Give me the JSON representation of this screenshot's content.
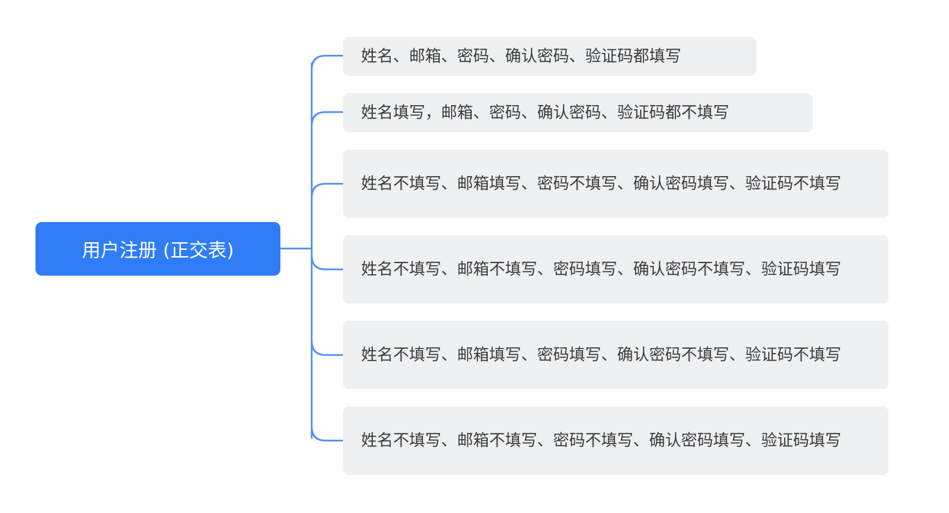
{
  "root": {
    "label": "用户注册 (正交表)"
  },
  "children": [
    {
      "label": "姓名、邮箱、密码、确认密码、验证码都填写"
    },
    {
      "label": "姓名填写，邮箱、密码、确认密码、验证码都不填写"
    },
    {
      "label": "姓名不填写、邮箱填写、密码不填写、确认密码填写、验证码不填写"
    },
    {
      "label": "姓名不填写、邮箱不填写、密码填写、确认密码不填写、验证码填写"
    },
    {
      "label": "姓名不填写、邮箱填写、密码填写、确认密码不填写、验证码不填写"
    },
    {
      "label": "姓名不填写、邮箱不填写、密码不填写、确认密码填写、验证码填写"
    }
  ],
  "colors": {
    "root_fill": "#2f7cf6",
    "connector": "#4f8ff5",
    "child_fill": "#eff0f2"
  }
}
